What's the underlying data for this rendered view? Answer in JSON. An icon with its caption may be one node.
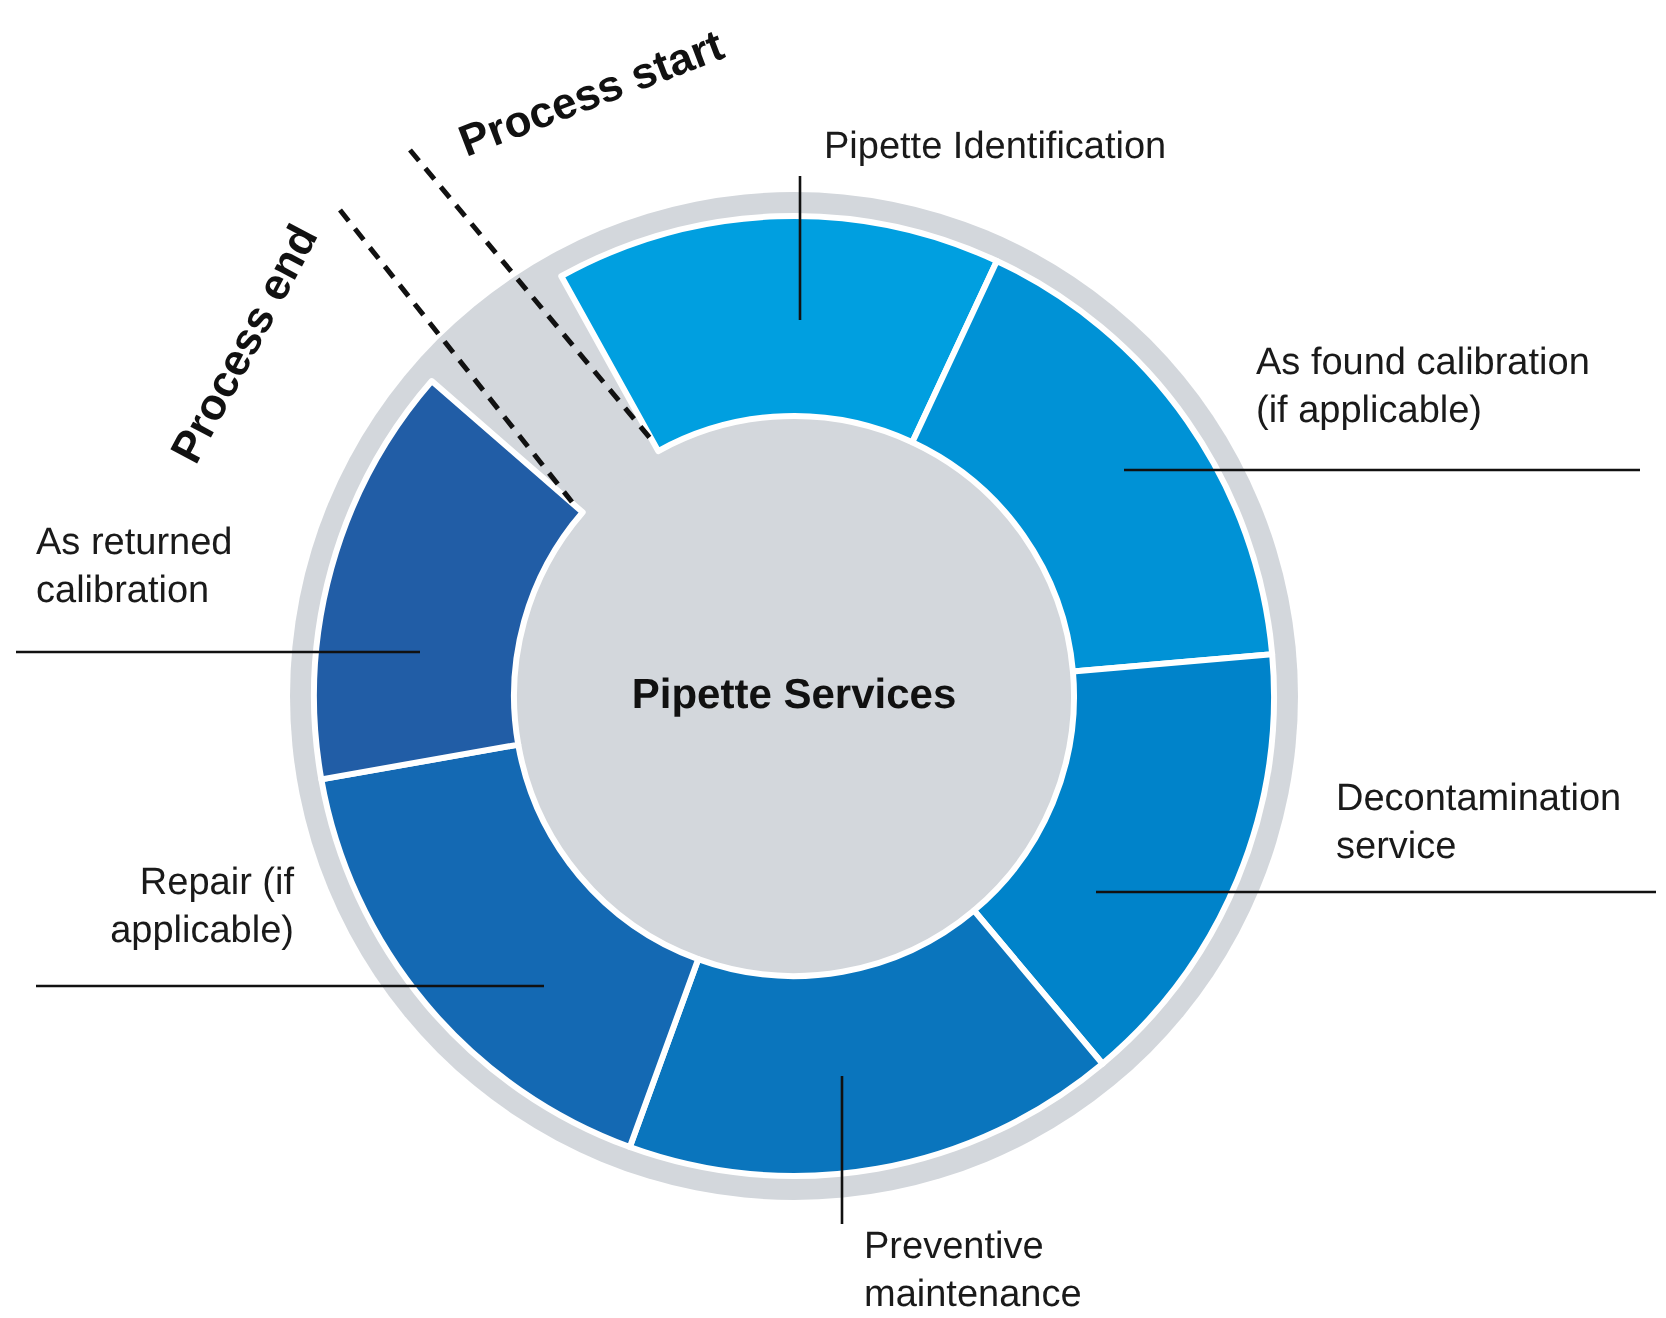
{
  "diagram": {
    "nodes": [
      {
        "text": [
          "Pipette Services"
        ]
      },
      {
        "text": [
          "Pipette Identification"
        ]
      },
      {
        "text": [
          "As found calibration (if applicable)"
        ]
      },
      {
        "text": [
          "Decontamination service"
        ]
      },
      {
        "text": [
          "Preventive maintenance"
        ]
      },
      {
        "text": [
          "Repair (if applicable)"
        ]
      },
      {
        "text": [
          "As returned calibration"
        ]
      },
      {
        "text": [],
        "shape": "arc"
      },
      {
        "text": [],
        "shape": "arc"
      },
      {
        "text": [],
        "shape": "arc"
      },
      {
        "text": [],
        "shape": "arc"
      },
      {
        "text": [],
        "shape": "arc"
      },
      {
        "text": [],
        "shape": "arc"
      }
    ],
    "edges": [
      {
        "from": 1,
        "to": 7,
        "arrow": "none"
      },
      {
        "from": 2,
        "to": 8,
        "arrow": "none"
      },
      {
        "from": 3,
        "to": 9,
        "arrow": "none"
      },
      {
        "from": 4,
        "to": 10,
        "arrow": "none"
      },
      {
        "from": 5,
        "to": 11,
        "arrow": "none"
      },
      {
        "from": 6,
        "to": 12,
        "arrow": "none"
      }
    ],
    "labels": [
      "Process start",
      "Process end"
    ]
  }
}
